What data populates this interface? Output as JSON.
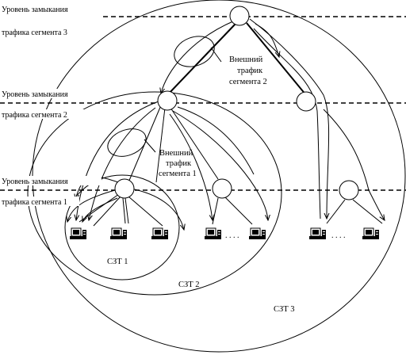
{
  "levels": [
    {
      "line1": "Уровень замыкания",
      "line2": "трафика сегмента 3"
    },
    {
      "line1": "Уровень замыкания",
      "line2": "трафика сегмента 2"
    },
    {
      "line1": "Уровень замыкания",
      "line2": "трафика сегмента 1"
    }
  ],
  "annotations": {
    "external_2": [
      "Внешний",
      "трафик",
      "сегмента 2"
    ],
    "external_1": [
      "Внешний",
      "трафик",
      "сегмента 1"
    ]
  },
  "regions": {
    "szt1": "СЗТ 1",
    "szt2": "СЗТ 2",
    "szt3": "СЗТ 3"
  },
  "ellipsis": ". . . ."
}
